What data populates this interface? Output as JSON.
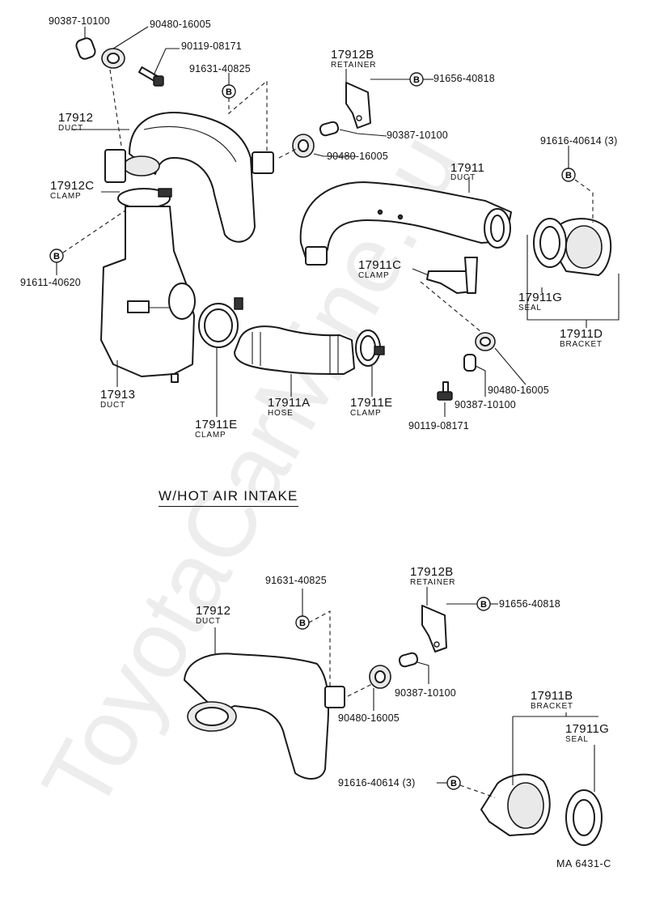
{
  "watermark": "ToyotaCarMine.ru",
  "section_title": "W/HOT AIR INTAKE",
  "ref_code": "MA 6431-C",
  "bolt_letter": "B",
  "top": {
    "p90387a": "90387-10100",
    "p90480a": "90480-16005",
    "p90119a": "90119-08171",
    "p91631": "91631-40825",
    "p17912B": "17912B",
    "p17912B_name": "RETAINER",
    "p91656": "91656-40818",
    "p17912": "17912",
    "p17912_name": "DUCT",
    "p90387b": "90387-10100",
    "p90480b": "90480-16005",
    "p91616": "91616-40614 (3)",
    "p17911": "17911",
    "p17911_name": "DUCT",
    "p17912C": "17912C",
    "p17912C_name": "CLAMP",
    "p91611": "91611-40620",
    "p17911C": "17911C",
    "p17911C_name": "CLAMP",
    "p17911G": "17911G",
    "p17911G_name": "SEAL",
    "p17911D": "17911D",
    "p17911D_name": "BRACKET",
    "p90480c": "90480-16005",
    "p90387c": "90387-10100",
    "p90119b": "90119-08171",
    "p17913": "17913",
    "p17913_name": "DUCT",
    "p17911A": "17911A",
    "p17911A_name": "HOSE",
    "p17911E_right": "17911E",
    "p17911E_right_name": "CLAMP",
    "p17911E_left": "17911E",
    "p17911E_left_name": "CLAMP"
  },
  "bottom": {
    "p91631": "91631-40825",
    "p17912B": "17912B",
    "p17912B_name": "RETAINER",
    "p91656": "91656-40818",
    "p17912": "17912",
    "p17912_name": "DUCT",
    "p90387": "90387-10100",
    "p90480": "90480-16005",
    "p17911B": "17911B",
    "p17911B_name": "BRACKET",
    "p17911G": "17911G",
    "p17911G_name": "SEAL",
    "p91616": "91616-40614 (3)"
  }
}
